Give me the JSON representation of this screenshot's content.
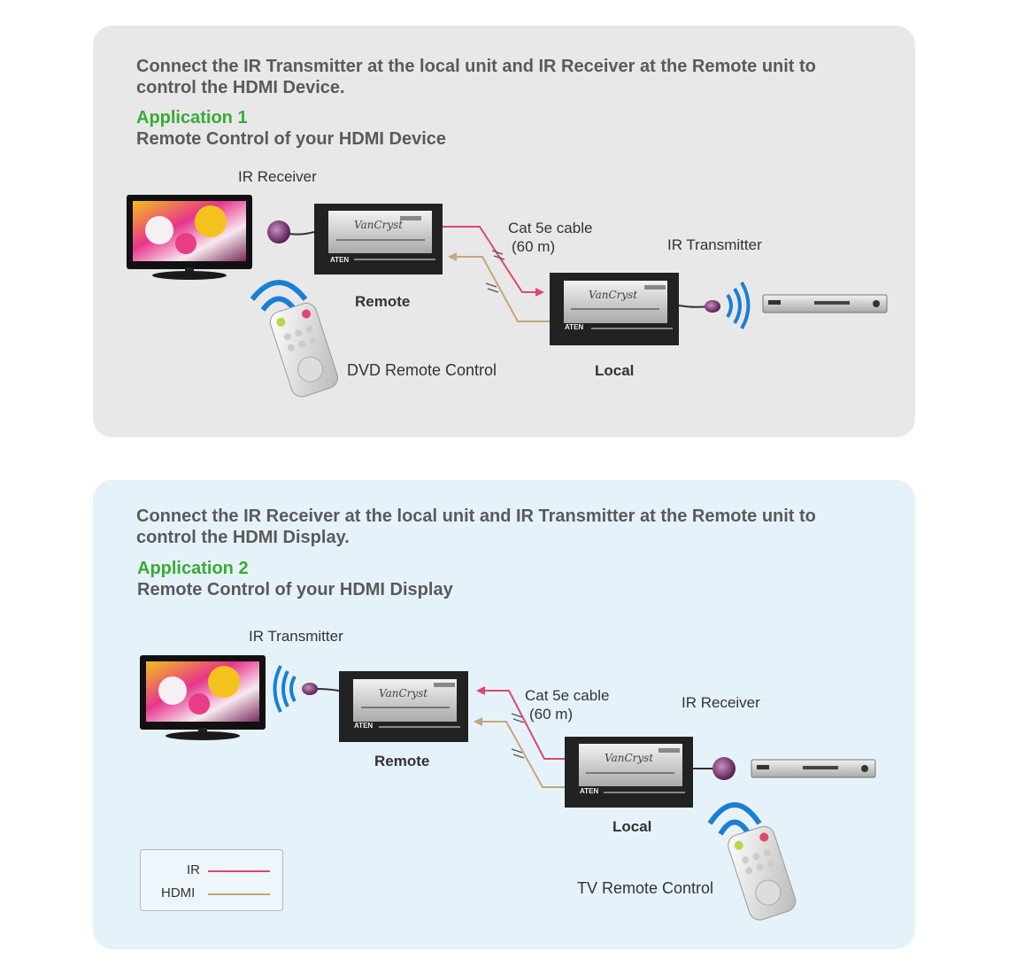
{
  "app1": {
    "intro_line1": "Connect the IR Transmitter at the local unit and IR Receiver at the Remote unit to",
    "intro_line2": "control the HDMI Device.",
    "title": "Application 1",
    "subtitle": "Remote Control of your HDMI Device",
    "ir_receiver": "IR Receiver",
    "ir_transmitter": "IR Transmitter",
    "cable_line1": "Cat 5e cable",
    "cable_line2": "(60 m)",
    "remote": "Remote",
    "local": "Local",
    "remote_control": "DVD Remote Control"
  },
  "app2": {
    "intro_line1": "Connect the IR Receiver at the local unit and IR Transmitter at the Remote unit to",
    "intro_line2": "control the HDMI Display.",
    "title": "Application 2",
    "subtitle": "Remote Control of your HDMI Display",
    "ir_transmitter": "IR Transmitter",
    "ir_receiver": "IR Receiver",
    "cable_line1": "Cat 5e cable",
    "cable_line2": "(60 m)",
    "remote": "Remote",
    "local": "Local",
    "remote_control": "TV Remote Control"
  },
  "device": {
    "brand": "VanCryst",
    "maker": "ATEN"
  },
  "legend": {
    "ir": "IR",
    "hdmi": "HDMI"
  },
  "colors": {
    "ir": "#e0476a",
    "hdmi": "#c4a77a",
    "accent_green": "#3aaa35",
    "panel1_bg": "#e8e8e8",
    "panel2_bg": "#e6f2fa",
    "wave_blue": "#1a7fd4"
  }
}
